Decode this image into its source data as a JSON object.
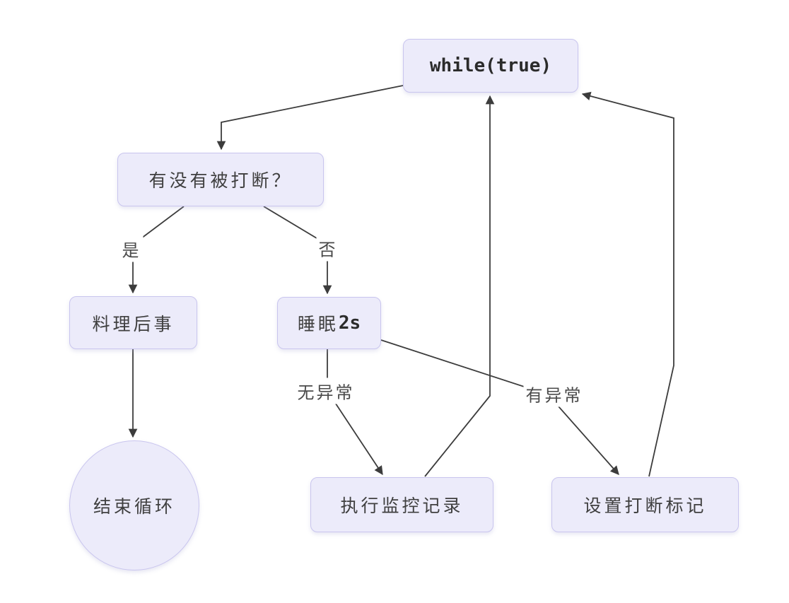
{
  "diagram": {
    "type": "flowchart",
    "nodes": {
      "while_true": {
        "label": "while(true)",
        "shape": "rect"
      },
      "interrupt_check": {
        "label": "有没有被打断？",
        "shape": "rect"
      },
      "cleanup": {
        "label": "料理后事",
        "shape": "rect"
      },
      "sleep": {
        "label_cn": "睡眠",
        "label_code": "2s",
        "shape": "rect"
      },
      "end_loop": {
        "label": "结束循环",
        "shape": "circle"
      },
      "monitor_log": {
        "label": "执行监控记录",
        "shape": "rect"
      },
      "set_flag": {
        "label": "设置打断标记",
        "shape": "rect"
      }
    },
    "edge_labels": {
      "yes": "是",
      "no": "否",
      "no_exception": "无异常",
      "has_exception": "有异常"
    },
    "edges": [
      {
        "from": "while_true",
        "to": "interrupt_check",
        "label": ""
      },
      {
        "from": "interrupt_check",
        "to": "cleanup",
        "label": "是"
      },
      {
        "from": "interrupt_check",
        "to": "sleep",
        "label": "否"
      },
      {
        "from": "cleanup",
        "to": "end_loop",
        "label": ""
      },
      {
        "from": "sleep",
        "to": "monitor_log",
        "label": "无异常"
      },
      {
        "from": "sleep",
        "to": "set_flag",
        "label": "有异常"
      },
      {
        "from": "monitor_log",
        "to": "while_true",
        "label": ""
      },
      {
        "from": "set_flag",
        "to": "while_true",
        "label": ""
      }
    ],
    "theme": {
      "node_fill": "#ecebfa",
      "node_border": "#c9c5ee",
      "node_text": "#3f3f3f",
      "edge_color": "#3c3c3c",
      "label_text": "#4a4a4a",
      "background": "#ffffff"
    }
  }
}
